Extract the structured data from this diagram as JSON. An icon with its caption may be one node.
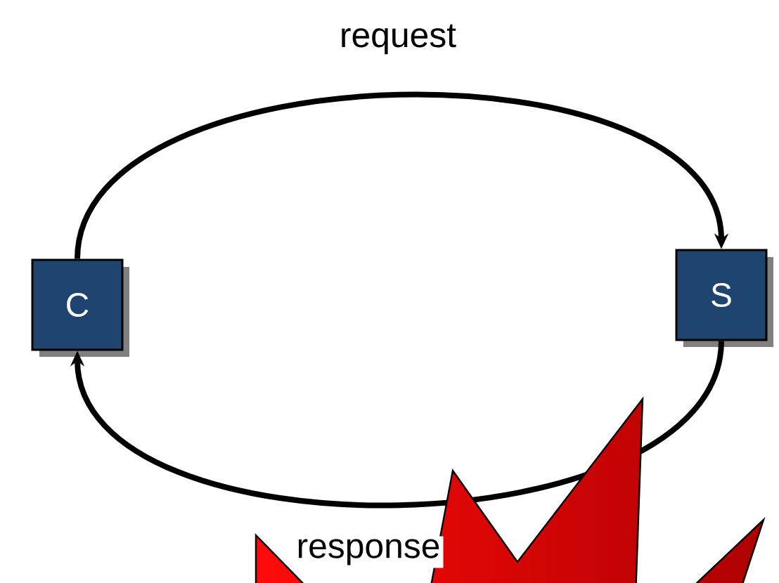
{
  "diagram": {
    "nodes": [
      {
        "text": [
          "C"
        ]
      },
      {
        "text": [
          "S"
        ]
      }
    ],
    "edges": [
      {
        "from": 0,
        "to": 1,
        "arrow": "to",
        "label": "request"
      },
      {
        "from": 1,
        "to": 0,
        "arrow": "to",
        "label": "response"
      }
    ]
  }
}
